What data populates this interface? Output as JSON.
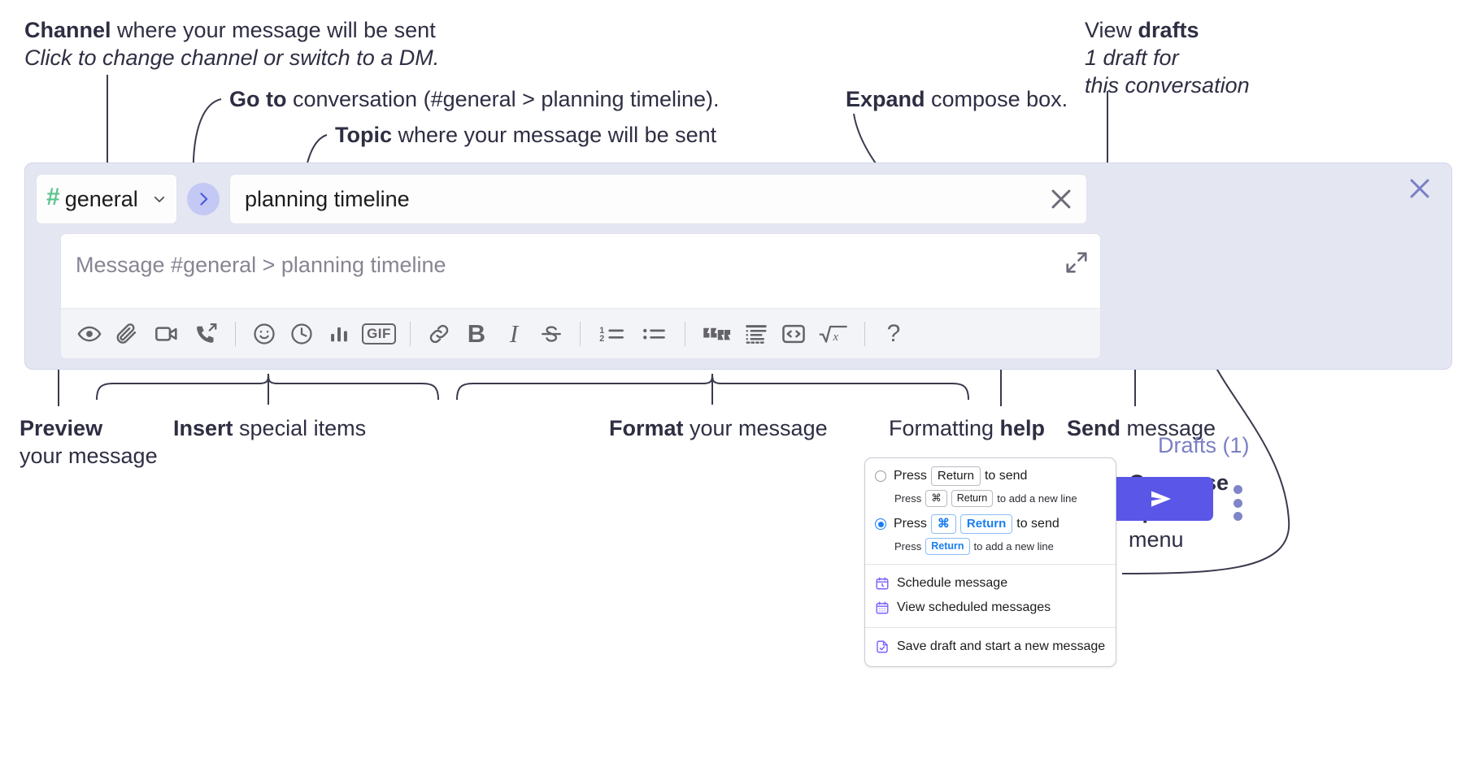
{
  "annotations": {
    "channel": {
      "bold": "Channel",
      "rest": " where your message will be sent",
      "italic": "Click to change channel or switch to a DM."
    },
    "goto": {
      "bold": "Go to",
      "rest": " conversation (#general > planning timeline)."
    },
    "topic": {
      "bold": "Topic",
      "rest": " where your message will be sent"
    },
    "expand": {
      "bold": "Expand",
      "rest": " compose box."
    },
    "drafts": {
      "plain": "View ",
      "bold": "drafts",
      "italic1": "1 draft for",
      "italic2": "this conversation"
    },
    "preview": {
      "bold": "Preview",
      "rest": "your message"
    },
    "insert": {
      "bold": "Insert",
      "rest": " special items"
    },
    "format": {
      "bold": "Format",
      "rest": " your message"
    },
    "help": {
      "plain": "Formatting ",
      "bold": "help"
    },
    "send": {
      "bold": "Send",
      "rest": " message"
    },
    "compose_options": {
      "bold1": "Compose",
      "bold2": "options",
      "rest": "menu"
    }
  },
  "compose": {
    "channel_name": "general",
    "channel_hash": "#",
    "topic_value": "planning timeline",
    "message_placeholder": "Message #general > planning timeline",
    "drafts_label": "Drafts (1)",
    "accent_send": "#5a56e8",
    "accent_hash": "#5dc38f",
    "panel_bg": "#e4e6f2",
    "toolbar": [
      {
        "name": "preview-icon",
        "label": "Preview"
      },
      {
        "name": "attachment-icon",
        "label": "Attach file"
      },
      {
        "name": "video-icon",
        "label": "Record video clip"
      },
      {
        "name": "audio-call-icon",
        "label": "Record audio clip"
      },
      {
        "name": "separator",
        "label": ""
      },
      {
        "name": "emoji-icon",
        "label": "Emoji"
      },
      {
        "name": "clock-icon",
        "label": "Reminder"
      },
      {
        "name": "poll-icon",
        "label": "Poll"
      },
      {
        "name": "gif-icon",
        "label": "GIF"
      },
      {
        "name": "separator",
        "label": ""
      },
      {
        "name": "link-icon",
        "label": "Link"
      },
      {
        "name": "bold-icon",
        "label": "B"
      },
      {
        "name": "italic-icon",
        "label": "I"
      },
      {
        "name": "strikethrough-icon",
        "label": "S"
      },
      {
        "name": "separator",
        "label": ""
      },
      {
        "name": "ordered-list-icon",
        "label": "Ordered list"
      },
      {
        "name": "bulleted-list-icon",
        "label": "Bulleted list"
      },
      {
        "name": "separator",
        "label": ""
      },
      {
        "name": "blockquote-icon",
        "label": "Blockquote"
      },
      {
        "name": "code-block-icon",
        "label": "Code block"
      },
      {
        "name": "inline-code-icon",
        "label": "Code"
      },
      {
        "name": "math-icon",
        "label": "Math"
      },
      {
        "name": "separator",
        "label": ""
      },
      {
        "name": "help-icon",
        "label": "?"
      }
    ]
  },
  "menu": {
    "option_return": {
      "pre": "Press",
      "key": "Return",
      "post": "to send",
      "selected": false
    },
    "option_return_sub": {
      "pre": "Press",
      "key1": "⌘",
      "key2": "Return",
      "post": "to add a new line"
    },
    "option_cmd_return": {
      "pre": "Press",
      "key1": "⌘",
      "key2": "Return",
      "post": "to send",
      "selected": true
    },
    "option_cmd_return_sub": {
      "pre": "Press",
      "key": "Return",
      "post": "to add a new line"
    },
    "items": [
      {
        "icon": "calendar-clock-icon",
        "label": "Schedule message"
      },
      {
        "icon": "calendar-grid-icon",
        "label": "View scheduled messages"
      },
      {
        "icon": "save-draft-icon",
        "label": "Save draft and start a new message"
      }
    ]
  }
}
